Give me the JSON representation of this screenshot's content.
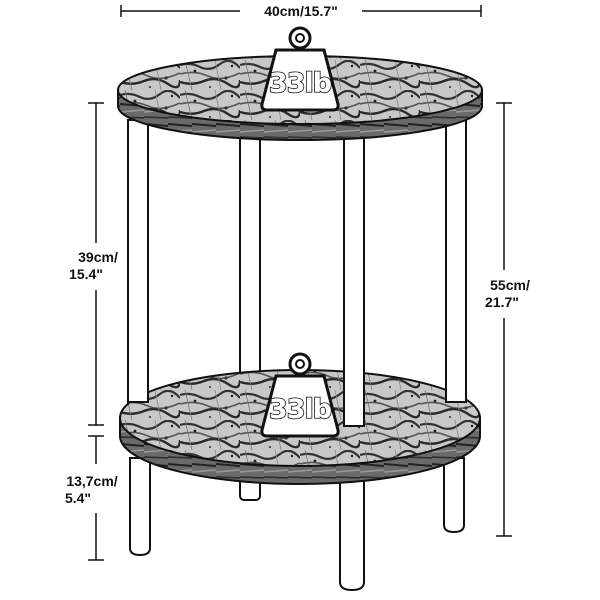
{
  "dimensions": {
    "top_width": "40cm/15.7\"",
    "shelf_gap_cm": "39cm/",
    "shelf_gap_in": "15.4\"",
    "leg_height_cm": "13,7cm/",
    "leg_height_in": "5.4\"",
    "total_height_cm": "55cm/",
    "total_height_in": "21.7\""
  },
  "weights": {
    "top_shelf": "33lb",
    "bottom_shelf": "33lb"
  },
  "icons": {
    "weight": "weight-icon",
    "shelf": "marble-shelf"
  },
  "colors": {
    "line": "#111111",
    "background": "#ffffff",
    "marble_dark": "#3a3a3a",
    "marble_light": "#d9d9d9"
  }
}
